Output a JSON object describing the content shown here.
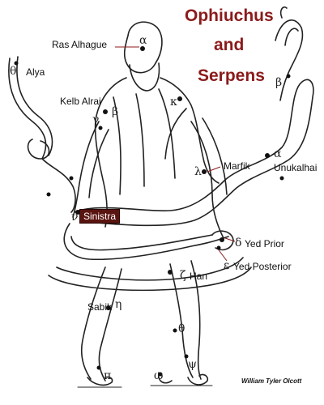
{
  "title": {
    "line1": "Ophiuchus",
    "line2": "and",
    "line3": "Serpens",
    "color": "#8b1a1a"
  },
  "stars": {
    "ras_alhague": {
      "name": "Ras Alhague",
      "greek": "α"
    },
    "alya": {
      "name": "Alya",
      "greek": "θ"
    },
    "kelb_alrai": {
      "name": "Kelb Alrai",
      "greek": "β"
    },
    "gamma": {
      "greek": "γ"
    },
    "kappa": {
      "greek": "κ"
    },
    "serpens_beta": {
      "greek": "β"
    },
    "unukalhai": {
      "name": "Unukalhai",
      "greek": "α"
    },
    "marfik": {
      "name": "Marfik",
      "greek": "λ"
    },
    "sinistra": {
      "name": "Sinistra",
      "greek": "ν"
    },
    "yed_prior": {
      "name": "Yed Prior",
      "greek": "δ"
    },
    "yed_posterior": {
      "name": "Yed Posterior",
      "greek": "ε"
    },
    "han": {
      "name": "Han",
      "greek": "ζ"
    },
    "sabik": {
      "name": "Sabik",
      "greek": "η"
    },
    "theta_leg": {
      "greek": "θ"
    },
    "psi": {
      "greek": "ψ"
    },
    "omega": {
      "greek": "ω"
    },
    "pi": {
      "greek": "π"
    }
  },
  "highlight_color": "#5a1410",
  "credit": "William Tyler Olcott"
}
